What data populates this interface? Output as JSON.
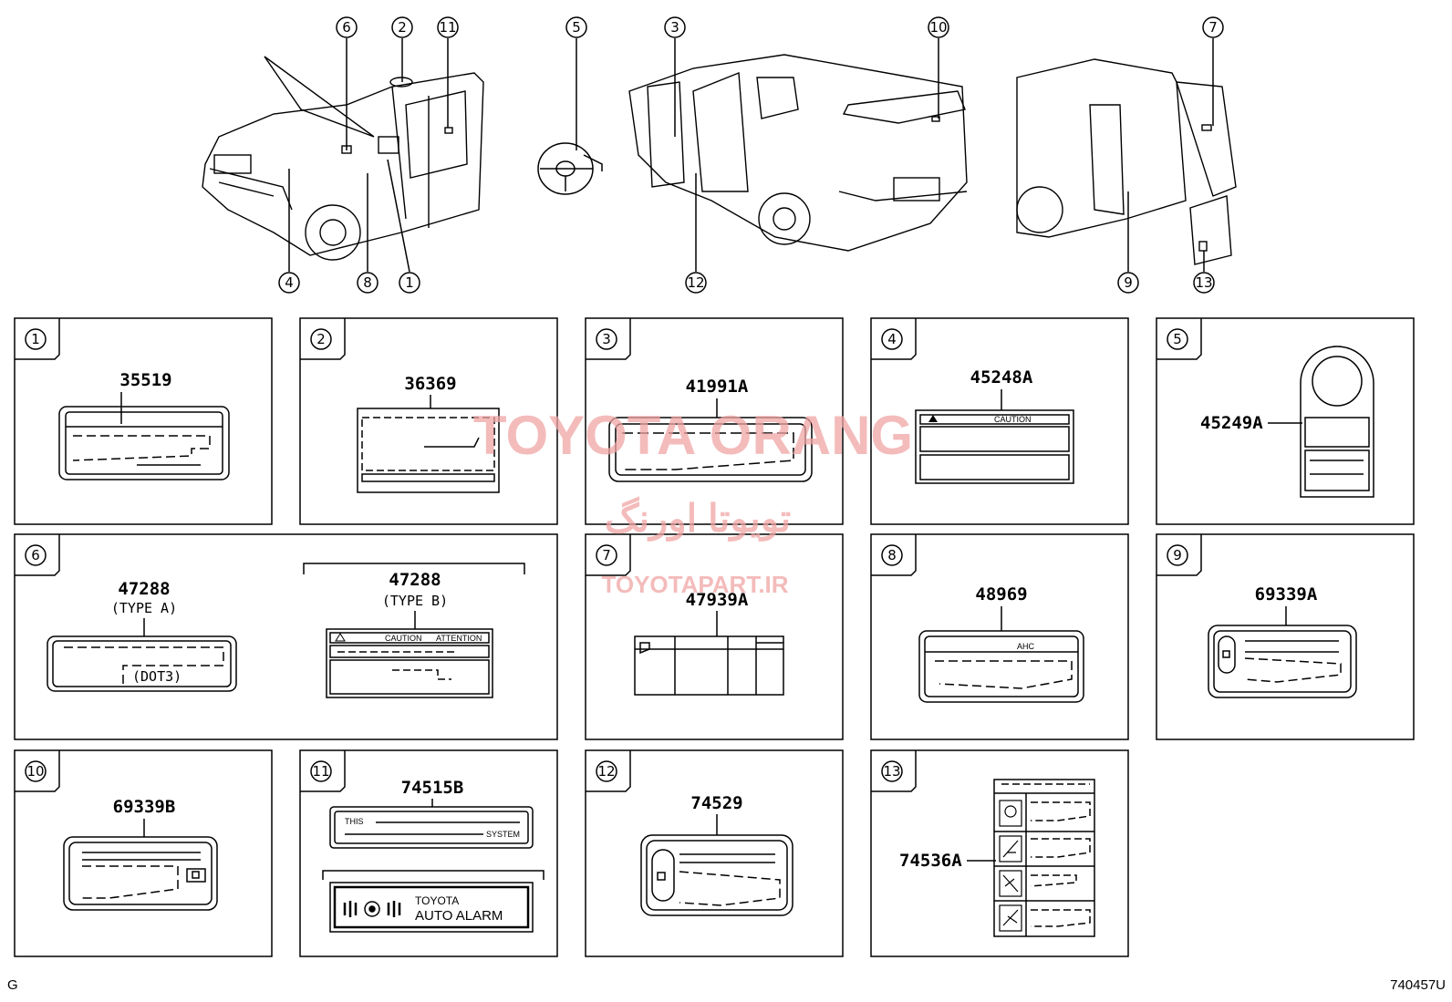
{
  "callouts": [
    "6",
    "2",
    "11",
    "5",
    "3",
    "10",
    "7",
    "4",
    "8",
    "1",
    "12",
    "9",
    "13"
  ],
  "panels": [
    {
      "num": "1",
      "part": "35519"
    },
    {
      "num": "2",
      "part": "36369"
    },
    {
      "num": "3",
      "part": "41991A"
    },
    {
      "num": "4",
      "part": "45248A",
      "caption": "CAUTION"
    },
    {
      "num": "5",
      "part": "45249A"
    },
    {
      "num": "6",
      "part_a": "47288",
      "type_a": "(TYPE A)",
      "dot": "(DOT3)",
      "part_b": "47288",
      "type_b": "(TYPE B)",
      "caution": "CAUTION",
      "attention": "ATTENTION"
    },
    {
      "num": "7",
      "part": "47939A"
    },
    {
      "num": "8",
      "part": "48969",
      "ahc": "AHC"
    },
    {
      "num": "9",
      "part": "69339A"
    },
    {
      "num": "10",
      "part": "69339B"
    },
    {
      "num": "11",
      "part": "74515B",
      "this": "THIS",
      "system": "SYSTEM",
      "brand": "TOYOTA",
      "alarm": "AUTO ALARM"
    },
    {
      "num": "12",
      "part": "74529"
    },
    {
      "num": "13",
      "part": "74536A"
    }
  ],
  "watermark": {
    "line1": "TOYOTA ORANG",
    "line2": "تویوتا اورنگ",
    "line3": "TOYOTAPART.IR"
  },
  "footer": {
    "left": "G",
    "right": "740457U"
  }
}
